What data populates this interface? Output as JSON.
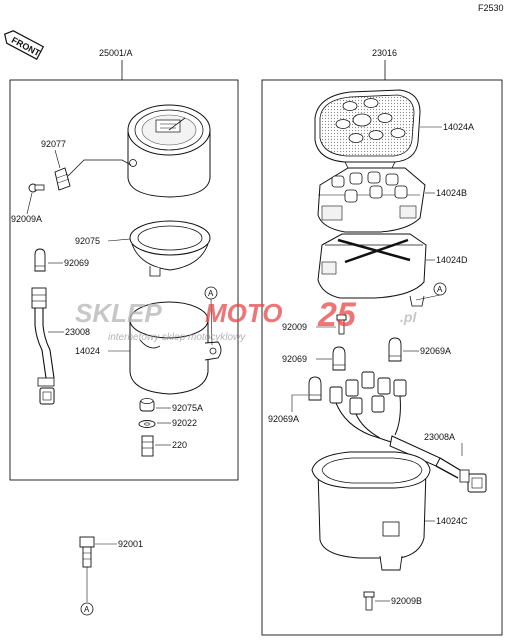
{
  "page_code": "F2530",
  "front_tag": "FRONT",
  "watermark": {
    "brand_left": "SKLEP",
    "brand_mid": "MOTO",
    "brand_num": "25",
    "brand_tld": ".pl",
    "tagline": "internetowy sklep motocyklowy"
  },
  "left_group": {
    "title": "25001/A",
    "labels": {
      "p92077": "92077",
      "p92009A": "92009A",
      "p92075": "92075",
      "p92069": "92069",
      "p23008": "23008",
      "p14024": "14024",
      "p92075A": "92075A",
      "p92022": "92022",
      "p220": "220",
      "circleA": "A"
    }
  },
  "right_group": {
    "title": "23016",
    "labels": {
      "p14024A": "14024A",
      "p14024B": "14024B",
      "p14024D": "14024D",
      "p92009": "92009",
      "p92069": "92069",
      "p92069A_top": "92069A",
      "p92069A_left": "92069A",
      "p23008A": "23008A",
      "p14024C": "14024C",
      "p92009B": "92009B",
      "circleA": "A"
    }
  },
  "bottom": {
    "p92001": "92001",
    "circleA": "A"
  },
  "colors": {
    "watermark_red": "#e8474a",
    "watermark_gray": "#b5b5b5",
    "line": "#111111"
  }
}
